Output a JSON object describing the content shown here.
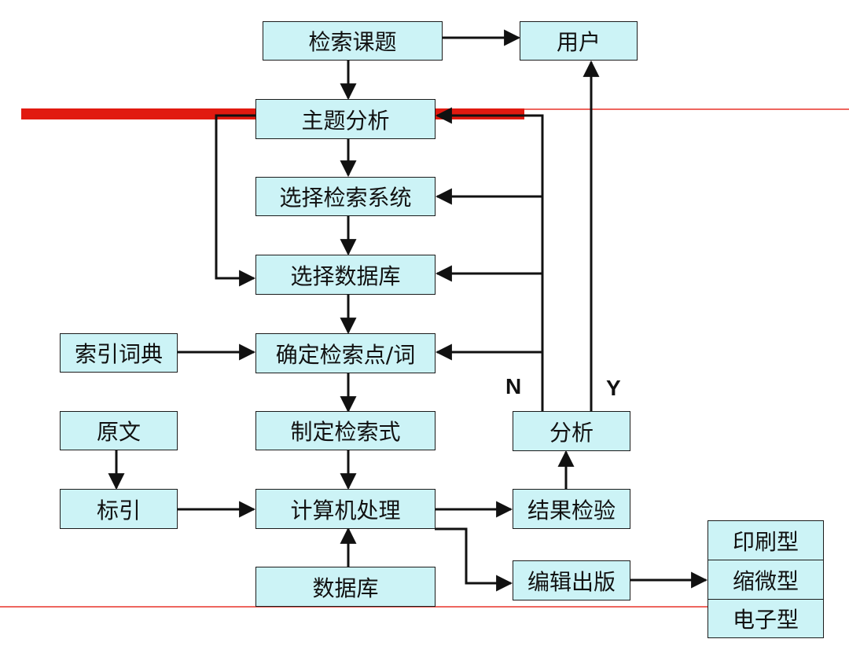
{
  "nodes": {
    "topic": "检索课题",
    "user": "用户",
    "subject_analysis": "主题分析",
    "select_system": "选择检索系统",
    "select_database": "选择数据库",
    "index_dictionary": "索引词典",
    "determine_terms": "确定检索点/词",
    "original_text": "原文",
    "formulate_query": "制定检索式",
    "analysis": "分析",
    "indexing": "标引",
    "computer_processing": "计算机处理",
    "result_check": "结果检验",
    "edit_publish": "编辑出版",
    "database": "数据库"
  },
  "output_types": [
    "印刷型",
    "缩微型",
    "电子型"
  ],
  "branch_labels": {
    "no": "N",
    "yes": "Y"
  },
  "colors": {
    "box_fill": "#ccf3f6",
    "border": "#1b1b1b",
    "rule_line": "#e8332a",
    "highlight_bar": "#e11a10"
  }
}
